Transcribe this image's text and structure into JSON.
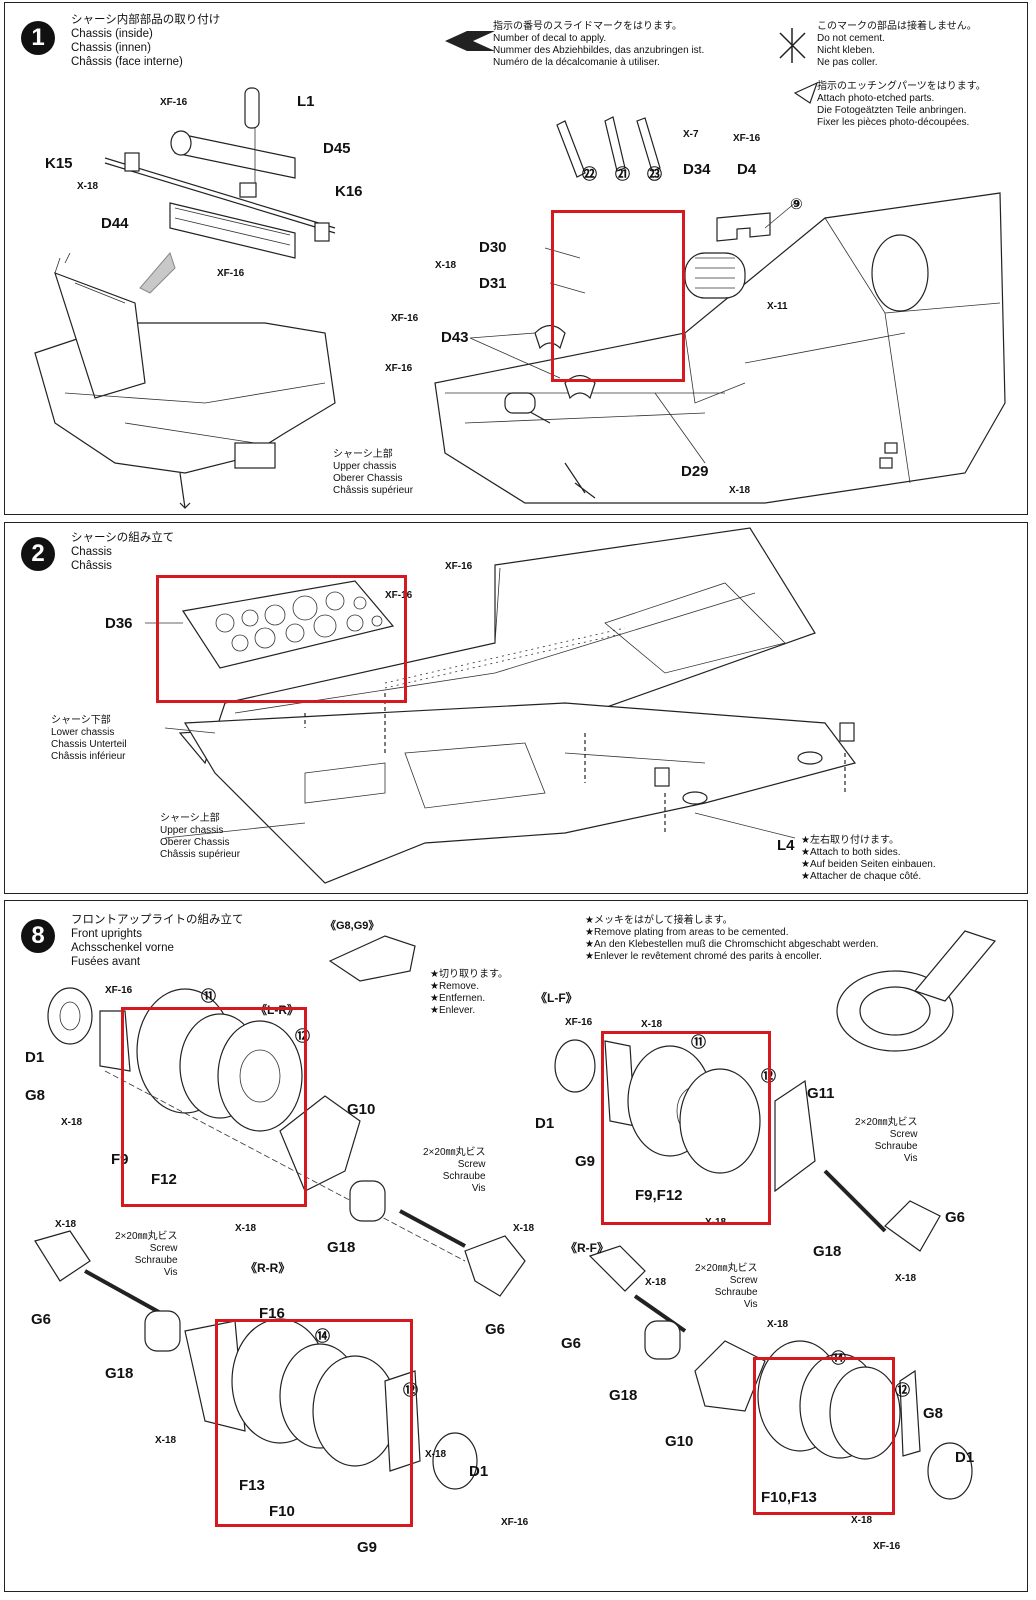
{
  "step1": {
    "number": "1",
    "title": [
      "シャーシ内部部品の取り付け",
      "Chassis (inside)",
      "Chassis (innen)",
      "Châssis (face interne)"
    ],
    "decal_note": [
      "指示の番号のスライドマークをはります。",
      "Number of decal to apply.",
      "Nummer des Abziehbildes, das anzubringen ist.",
      "Numéro de la décalcomanie à utiliser."
    ],
    "no_cement_note": [
      "このマークの部品は接着しません。",
      "Do not cement.",
      "Nicht kleben.",
      "Ne pas coller."
    ],
    "etched_note": [
      "指示のエッチングパーツをはります。",
      "Attach photo-etched parts.",
      "Die Fotogeätzten Teile anbringen.",
      "Fixer les pièces photo-découpées."
    ],
    "upper_chassis": [
      "シャーシ上部",
      "Upper chassis",
      "Oberer Chassis",
      "Châssis supérieur"
    ],
    "labels": {
      "xf16_a": "XF-16",
      "l1": "L1",
      "d45": "D45",
      "k15": "K15",
      "x18_a": "X-18",
      "k16": "K16",
      "d44": "D44",
      "xf16_b": "XF-16",
      "n22": "㉒",
      "n21": "㉑",
      "n23": "㉓",
      "x7": "X-7",
      "xf16_c": "XF-16",
      "d34": "D34",
      "d4": "D4",
      "n9": "⑨",
      "d30": "D30",
      "x18_b": "X-18",
      "d31": "D31",
      "x11": "X-11",
      "xf16_d": "XF-16",
      "d43": "D43",
      "xf16_e": "XF-16",
      "d29": "D29",
      "x18_c": "X-18"
    }
  },
  "step2": {
    "number": "2",
    "title": [
      "シャーシの組み立て",
      "Chassis",
      "Châssis"
    ],
    "lower_chassis": [
      "シャーシ下部",
      "Lower chassis",
      "Chassis Unterteil",
      "Châssis inférieur"
    ],
    "upper_chassis": [
      "シャーシ上部",
      "Upper chassis",
      "Oberer Chassis",
      "Châssis supérieur"
    ],
    "both_sides": [
      "★左右取り付けます。",
      "★Attach to both sides.",
      "★Auf beiden Seiten einbauen.",
      "★Attacher de chaque côté."
    ],
    "labels": {
      "xf16_a": "XF-16",
      "d36": "D36",
      "xf16_b": "XF-16",
      "l4": "L4"
    }
  },
  "step8": {
    "number": "8",
    "title": [
      "フロントアップライトの組み立て",
      "Front uprights",
      "Achsschenkel vorne",
      "Fusées avant"
    ],
    "plating_note": [
      "★メッキをはがして接着します。",
      "★Remove plating from areas to be cemented.",
      "★An den Klebestellen muß die Chromschicht abgeschabt werden.",
      "★Enlever le revêtement chromé des parits à encoller."
    ],
    "g8g9_header": "《G8,G9》",
    "remove_note": [
      "★切り取ります。",
      "★Remove.",
      "★Entfernen.",
      "★Enlever."
    ],
    "screw_note": [
      "2×20㎜丸ビス",
      "Screw",
      "Schraube",
      "Vis"
    ],
    "sub_lr": "《L-R》",
    "sub_lf": "《L-F》",
    "sub_rr": "《R-R》",
    "sub_rf": "《R-F》",
    "labels": {
      "xf16_lr": "XF-16",
      "d1_lr": "D1",
      "g8_lr": "G8",
      "x18_lr1": "X-18",
      "f9_lr": "F9",
      "f12_lr": "F12",
      "n11_lr": "⑪",
      "n12_lr": "⑫",
      "g10_lr": "G10",
      "x18_lr2": "X-18",
      "g18_lr": "G18",
      "x18_lr3": "X-18",
      "g6_lr": "G6",
      "xf16_lf": "XF-16",
      "x18_lf1": "X-18",
      "d1_lf": "D1",
      "g9_lf": "G9",
      "n11_lf": "⑪",
      "n12_lf": "⑫",
      "g11_lf": "G11",
      "f9f12_lf": "F9,F12",
      "x18_lf2": "X-18",
      "g18_lf": "G18",
      "g6_lf": "G6",
      "x18_lf3": "X-18",
      "x18_rr1": "X-18",
      "g6_rr": "G6",
      "g18_rr": "G18",
      "f16_rr": "F16",
      "n14_rr": "⑭",
      "n12_rr": "⑫",
      "x18_rr2": "X-18",
      "f13_rr": "F13",
      "f10_rr": "F10",
      "x18_rr3": "X-18",
      "d1_rr": "D1",
      "xf16_rr": "XF-16",
      "g9_rr": "G9",
      "g6_rf": "G6",
      "x18_rf1": "X-18",
      "x18_rf2": "X-18",
      "g18_rf": "G18",
      "g10_rf": "G10",
      "n14_rf": "⑭",
      "n12_rf": "⑫",
      "g8_rf": "G8",
      "d1_rf": "D1",
      "f10f13_rf": "F10,F13",
      "x18_rf3": "X-18",
      "xf16_rf": "XF-16"
    }
  },
  "colors": {
    "highlight_box": "#d6191e",
    "ink": "#111111",
    "paint_marker": "#333333"
  }
}
